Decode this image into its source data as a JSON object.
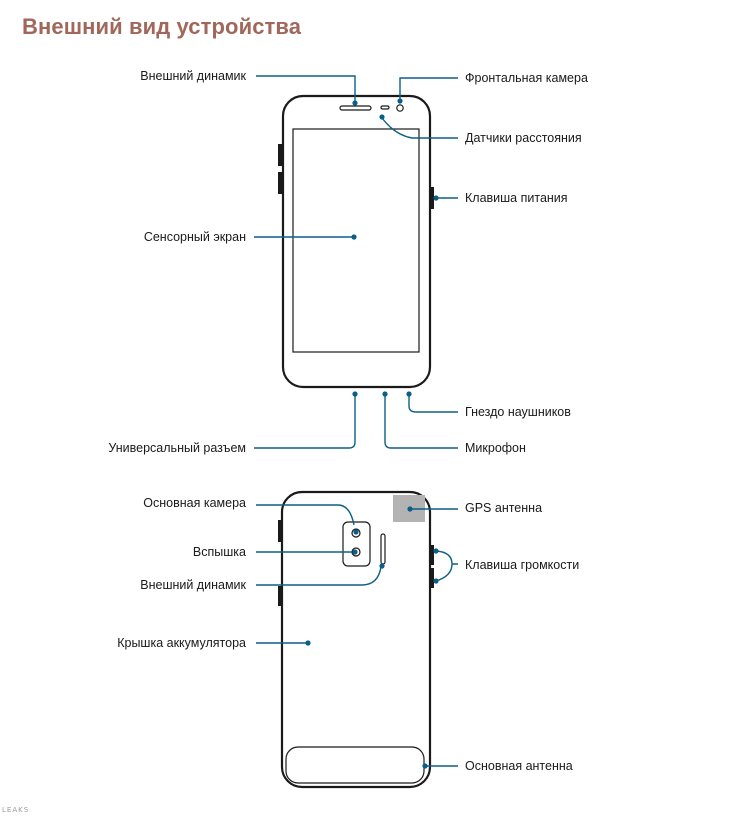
{
  "title": "Внешний вид устройства",
  "colors": {
    "title": "#a0675a",
    "leader": "#0b5f86",
    "outline": "#1a1a1a",
    "gps_area": "#b3b3b3"
  },
  "front": {
    "outer_speaker": "Внешний динамик",
    "front_camera": "Фронтальная камера",
    "proximity_sensors": "Датчики расстояния",
    "power_key": "Клавиша питания",
    "touchscreen": "Сенсорный экран",
    "headset_jack": "Гнездо наушников",
    "usb_connector": "Универсальный разъем",
    "microphone": "Микрофон"
  },
  "back": {
    "main_camera": "Основная камера",
    "gps_antenna": "GPS антенна",
    "flash": "Вспышка",
    "volume_key": "Клавиша громкости",
    "speaker": "Внешний динамик",
    "battery_cover": "Крышка аккумулятора",
    "main_antenna": "Основная антенна"
  },
  "watermark": "LEAKS"
}
